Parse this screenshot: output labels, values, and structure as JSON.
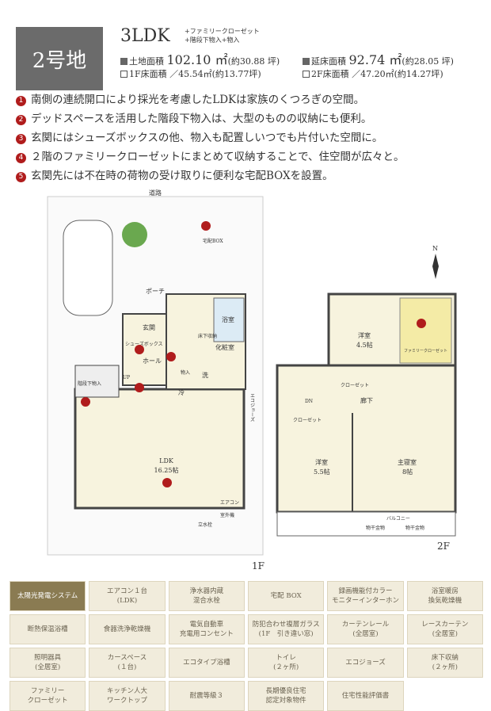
{
  "header": {
    "lot": "2号地",
    "type": "3LDK",
    "extras": [
      "+ファミリークローゼット",
      "+階段下物入+物入"
    ],
    "land_label": "土地面積",
    "land_value": "102.10 ㎡",
    "land_tsubo": "(約30.88 坪)",
    "total_label": "延床面積",
    "total_value": "92.74 ㎡",
    "total_tsubo": "(約28.05 坪)",
    "f1_label": "1F床面積",
    "f1_value": "／45.54㎡(約13.77坪)",
    "f2_label": "2F床面積",
    "f2_value": "／47.20㎡(約14.27坪)"
  },
  "features": [
    {
      "n": "1",
      "text": "南側の連続開口により採光を考慮したLDKは家族のくつろぎの空間。"
    },
    {
      "n": "2",
      "text": "デッドスペースを活用した階段下物入は、大型のものの収納にも便利。"
    },
    {
      "n": "3",
      "text": "玄関にはシューズボックスの他、物入も配置しいつでも片付いた空間に。"
    },
    {
      "n": "4",
      "text": "２階のファミリークローゼットにまとめて収納することで、住空間が広々と。"
    },
    {
      "n": "5",
      "text": "玄関先には不在時の荷物の受け取りに便利な宅配BOXを設置。"
    }
  ],
  "plan1f": {
    "road": "道路",
    "porch": "ポーチ",
    "entrance": "玄関",
    "shoebox": "シューズボックス",
    "hall": "ホール",
    "bath": "浴室",
    "underfloor": "床下収納",
    "powder": "化粧室",
    "storage": "物入",
    "wash": "洗",
    "fridge": "冷",
    "stair_storage": "階段下物入",
    "up": "UP",
    "ldk": "LDK",
    "ldk_size": "16.25帖",
    "aircon": "エアコン",
    "outdoor": "室外機",
    "faucet": "立水栓",
    "ecojozu": "エコジョーズ",
    "delivery": "宅配BOX",
    "floor": "1F"
  },
  "plan2f": {
    "room1": "洋室",
    "room1_size": "4.5帖",
    "family_closet": "ファミリークローゼット",
    "closet": "クローゼット",
    "hall": "廊下",
    "dn": "DN",
    "room2": "洋室",
    "room2_size": "5.5帖",
    "master": "主寝室",
    "master_size": "8帖",
    "balcony": "バルコニー",
    "hanger": "物干金物",
    "floor": "2F",
    "north": "N"
  },
  "equipment": [
    {
      "label": "太陽光発電システム",
      "highlight": true
    },
    {
      "label": "エアコン１台\n(LDK)"
    },
    {
      "label": "浄水器内蔵\n混合水栓"
    },
    {
      "label": "宅配 BOX"
    },
    {
      "label": "録画機能付カラー\nモニターインターホン"
    },
    {
      "label": "浴室暖房\n換気乾燥機"
    },
    {
      "label": "断熱保温浴槽"
    },
    {
      "label": "食器洗浄乾燥機"
    },
    {
      "label": "電気自動車\n充電用コンセント"
    },
    {
      "label": "防犯合わせ複層ガラス\n(1F　引き違い窓)"
    },
    {
      "label": "カーテンレール\n(全居室)"
    },
    {
      "label": "レースカーテン\n(全居室)"
    },
    {
      "label": "照明器具\n(全居室)"
    },
    {
      "label": "カースペース\n(１台)"
    },
    {
      "label": "エコタイプ浴槽"
    },
    {
      "label": "トイレ\n(２ヶ所)"
    },
    {
      "label": "エコジョーズ"
    },
    {
      "label": "床下収納\n(２ヶ所)"
    },
    {
      "label": "ファミリー\nクローゼット"
    },
    {
      "label": "キッチン人大\nワークトップ"
    },
    {
      "label": "耐震等級３"
    },
    {
      "label": "長期優良住宅\n認定対象物件"
    },
    {
      "label": "住宅性能評価書"
    }
  ],
  "colors": {
    "accent": "#b01c1c",
    "room": "#f7f3de",
    "badge": "#6b6b6b",
    "equip_bg": "#f1ecdc",
    "equip_hi": "#8a7b52"
  }
}
